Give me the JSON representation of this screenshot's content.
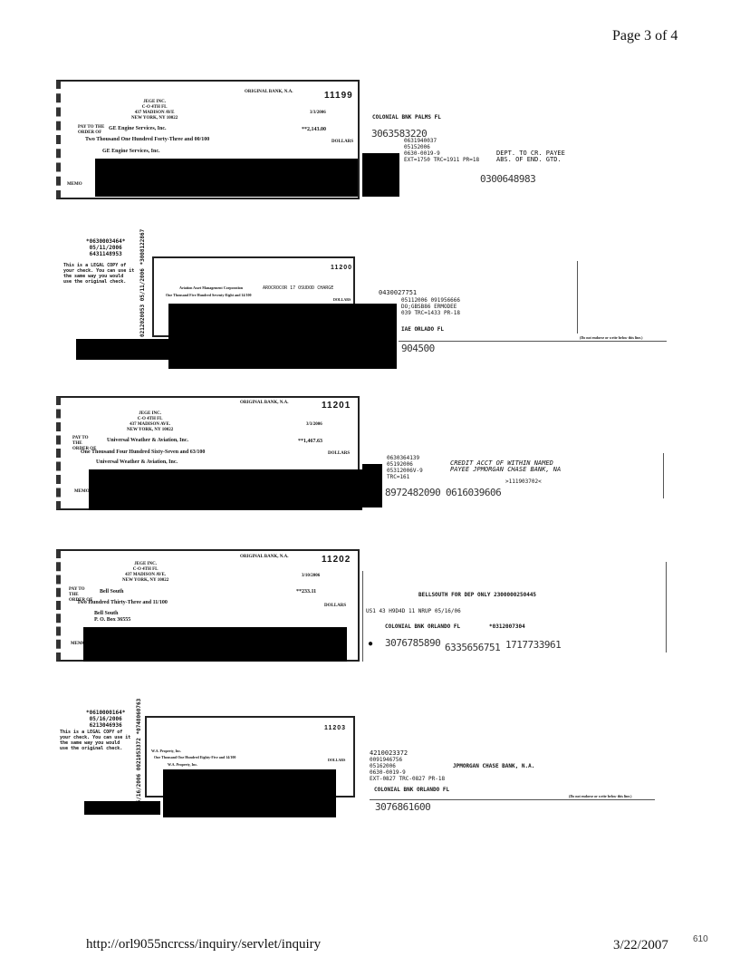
{
  "header": {
    "page_label": "Page 3 of 4"
  },
  "checks": [
    {
      "number": "11199",
      "bank": "ORIGINAL BANK, N.A.",
      "payer": [
        "JEGE INC.",
        "C-O 4TH FL",
        "437 MADISON AVE",
        "NEW YORK, NY 10022"
      ],
      "date": "3/3/2006",
      "pay_to_label": "PAY TO THE ORDER OF",
      "payee": "GE Engine Services, Inc.",
      "amount": "**2,143.00",
      "amount_words": "Two Thousand One Hundred Forty-Three and 00/100",
      "dollars_label": "DOLLARS",
      "payee_address": "GE Engine Services, Inc.",
      "memo_label": "MEMO",
      "back": {
        "bank_stamp": "COLONIAL BNK PALMS FL",
        "micr1": "3063583220",
        "lines": [
          "0631940037",
          "05152006",
          "0630-0019-9",
          "EXT=1750 TRC=1911 PR=18"
        ],
        "endorse": [
          "DEPT. TO CR. PAYEE",
          "ABS. OF END. GTD."
        ],
        "stamp2": "0300648983"
      }
    },
    {
      "number": "11200",
      "legal_header": [
        "*0630003464*",
        "05/11/2006",
        "6431148953"
      ],
      "legal_text": [
        "This is a LEGAL COPY of",
        "your check. You can use it",
        "the same way you would",
        "use the original check."
      ],
      "vertical": "0212020053 05/11/2006 *3008122867",
      "payee": "Aviation Asset Management Corporation",
      "overprint": "AROCROCOR 17 OSUDOD CHARGE",
      "amount_words": "One Thousand Five Hundred Seventy-Eight and 14/100",
      "dollars_label": "DOLLARS",
      "back": {
        "line0": "0430027751",
        "lines": [
          "05112006 091956666",
          "DO;GBSB86 ERMODEE",
          "039 TRC=1433 PR-18"
        ],
        "stamp": "IAE ORLADO FL",
        "micr": "904500",
        "endorse_note": "(Do not endorse or write below this line.)"
      }
    },
    {
      "number": "11201",
      "bank": "ORIGINAL BANK, N.A.",
      "payer": [
        "JEGE INC.",
        "C-O 4TH FL",
        "437 MADISON AVE.",
        "NEW YORK, NY 10022"
      ],
      "date": "3/3/2006",
      "pay_to_label": "PAY TO THE ORDER OF",
      "payee": "Universal Weather & Aviation, Inc.",
      "amount": "**1,467.63",
      "amount_words": "One Thousand Four Hundred Sixty-Seven and 63/100",
      "dollars_label": "DOLLARS",
      "payee_address": "Universal Weather & Aviation, Inc.",
      "memo_label": "MEMO",
      "back": {
        "lines": [
          "0630364139",
          "05192006",
          "05312006V-9",
          "TRC=161"
        ],
        "endorse": [
          "CREDIT ACCT OF WITHIN NAMED",
          "PAYEE JPMORGAN CHASE BANK, NA"
        ],
        "routing": ">111903702<",
        "micr1": "8972482090",
        "micr2": "0616039606"
      }
    },
    {
      "number": "11202",
      "bank": "ORIGINAL BANK, N.A.",
      "payer": [
        "JEGE INC.",
        "C-O 4TH FL",
        "437 MADISON AVE.",
        "NEW YORK, NY 10022"
      ],
      "date": "3/10/2006",
      "pay_to_label": "PAY TO THE ORDER OF",
      "payee": "Bell South",
      "amount": "**233.11",
      "amount_words": "Two Hundred Thirty-Three and 11/100",
      "dollars_label": "DOLLARS",
      "payee_address": [
        "Bell South",
        "P. O. Box 36555"
      ],
      "memo_label": "MEMO",
      "back": {
        "endorse": "BELLSOUTH FOR DEP ONLY 2300000250445",
        "line2": "US1 43 H9D4D 11 NRUP 05/16/06",
        "stamp": "COLONIAL BNK ORLANDO FL",
        "stamp2": "*0312007304",
        "micr1": "3076785890",
        "micr2": "6335656751",
        "micr3": "1717733961"
      }
    },
    {
      "number": "11203",
      "legal_header": [
        "*0610000164*",
        "05/16/2006",
        "6213046936"
      ],
      "legal_text": [
        "This is a LEGAL COPY of",
        "your check. You can use it",
        "the same way you would",
        "use the original check."
      ],
      "vertical": "05/16/2006 0021053372 *0748060763",
      "payee": "W.A. Property, Inc.",
      "amount_words": "One Thousand One Hundred Eighty-Five and 14/100",
      "dollars_label": "DOLLARS",
      "payee_address": "W.A. Property, Inc.",
      "back": {
        "lines": [
          "4210023372",
          "0091946756",
          "05162006",
          "0630-0019-9",
          "EXT-0827 TRC-0827 PR-18"
        ],
        "endorse": "JPMORGAN CHASE BANK, N.A.",
        "stamp": "COLONIAL BNK ORLANDO FL",
        "micr": "3076861600",
        "endorse_note": "(Do not endorse or write below this line.)"
      }
    }
  ],
  "footer": {
    "url": "http://orl9055ncrcss/inquiry/servlet/inquiry",
    "date": "3/22/2007",
    "page_number": "610"
  }
}
